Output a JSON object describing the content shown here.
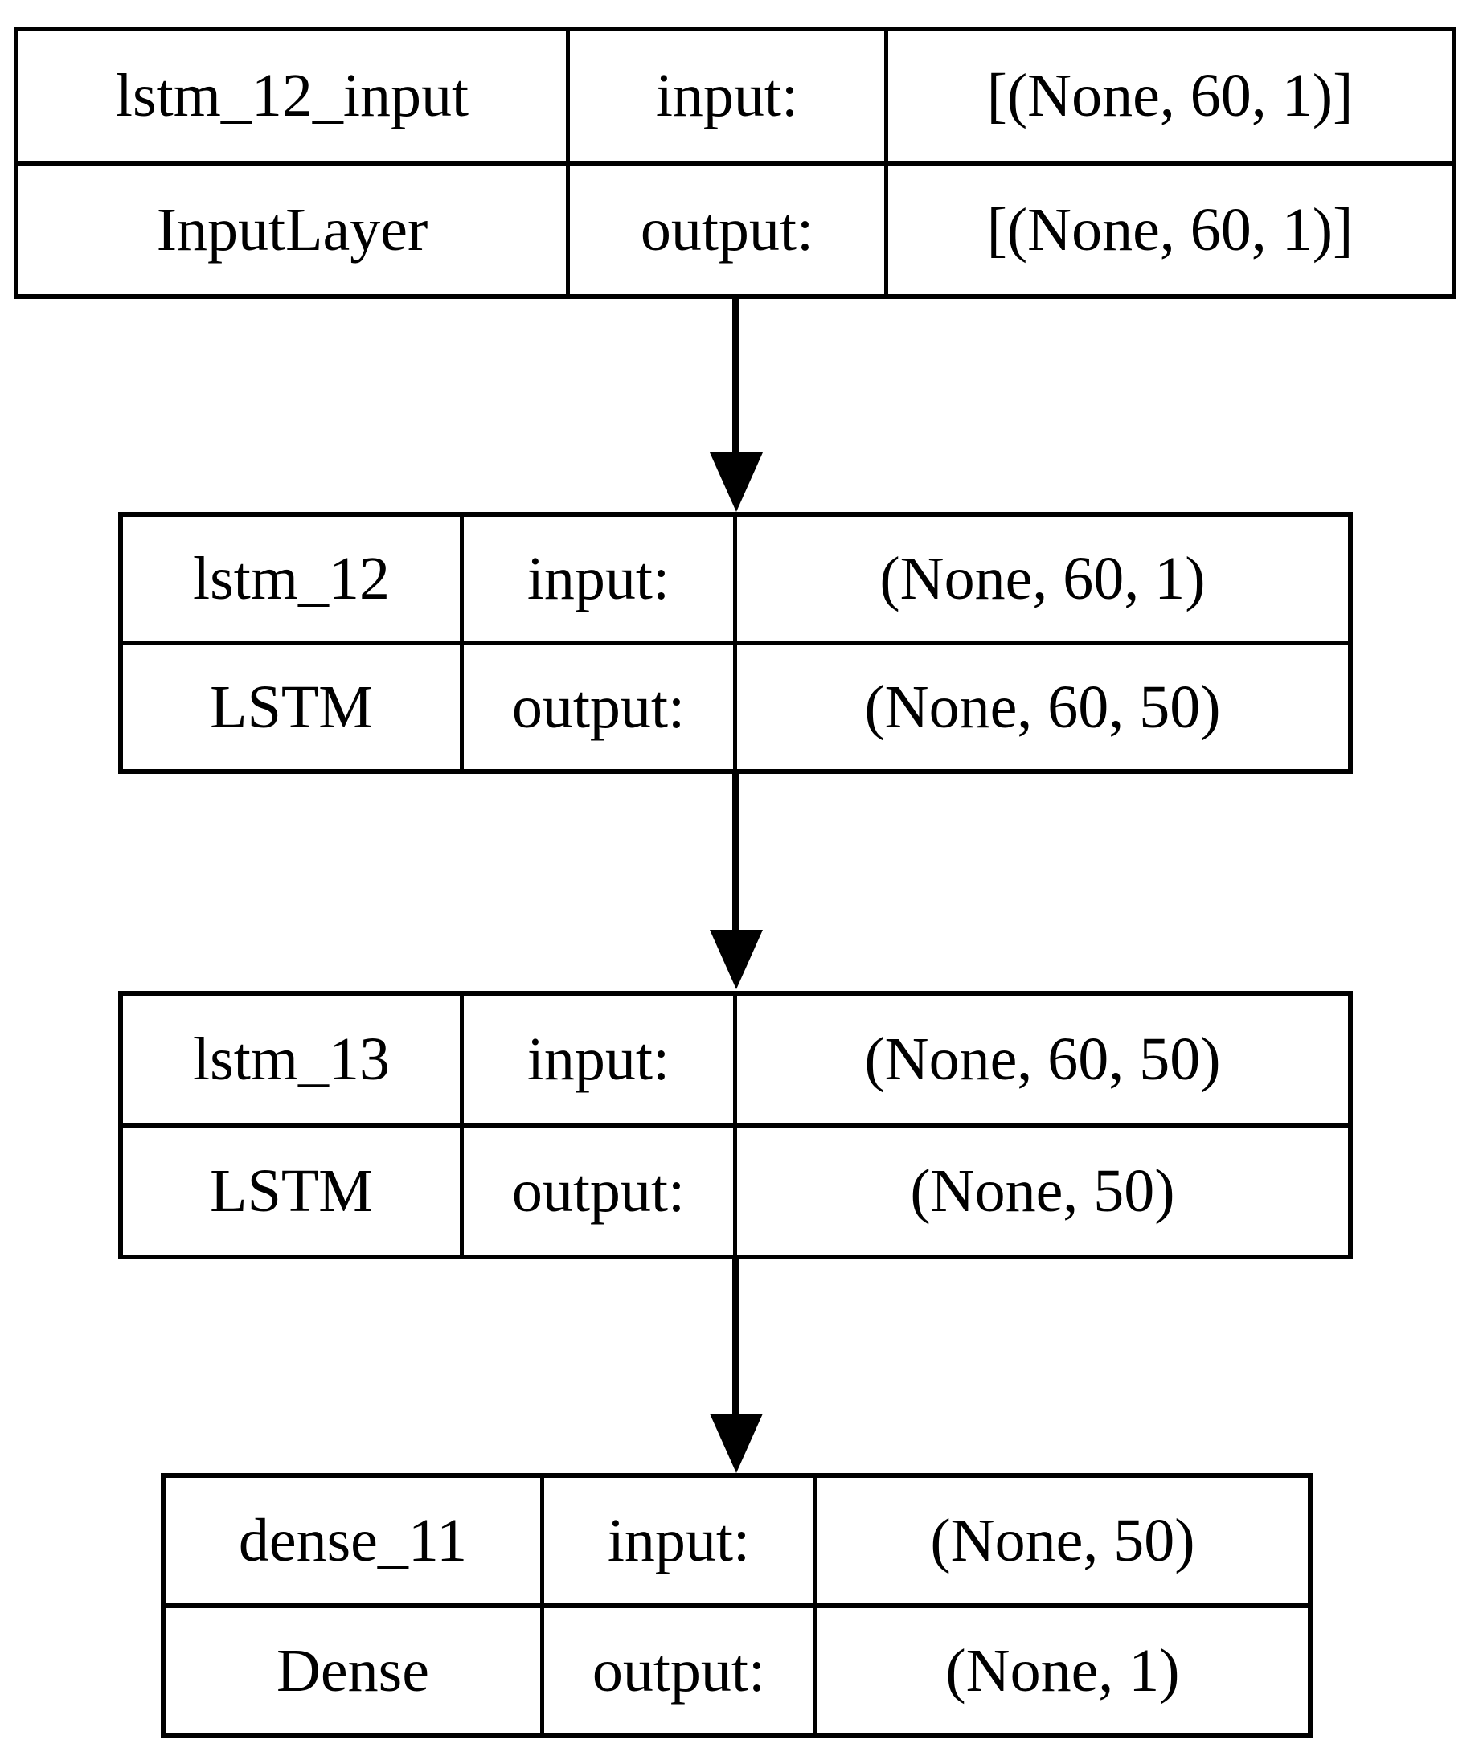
{
  "diagram": {
    "title": "Keras model architecture graph",
    "type": "neural-network-layer-graph",
    "background_color": "#ffffff",
    "line_color": "#000000",
    "text_color": "#000000",
    "row_labels": {
      "input": "input:",
      "output": "output:"
    },
    "nodes": [
      {
        "id": "lstm_12_input",
        "name": "lstm_12_input",
        "layer_type": "InputLayer",
        "input_label": "input:",
        "output_label": "output:",
        "input_shape": "[(None, 60, 1)]",
        "output_shape": "[(None, 60, 1)]"
      },
      {
        "id": "lstm_12",
        "name": "lstm_12",
        "layer_type": "LSTM",
        "input_label": "input:",
        "output_label": "output:",
        "input_shape": "(None, 60, 1)",
        "output_shape": "(None, 60, 50)"
      },
      {
        "id": "lstm_13",
        "name": "lstm_13",
        "layer_type": "LSTM",
        "input_label": "input:",
        "output_label": "output:",
        "input_shape": "(None, 60, 50)",
        "output_shape": "(None, 50)"
      },
      {
        "id": "dense_11",
        "name": "dense_11",
        "layer_type": "Dense",
        "input_label": "input:",
        "output_label": "output:",
        "input_shape": "(None, 50)",
        "output_shape": "(None, 1)"
      }
    ],
    "edges": [
      {
        "from": "lstm_12_input",
        "to": "lstm_12"
      },
      {
        "from": "lstm_12",
        "to": "lstm_13"
      },
      {
        "from": "lstm_13",
        "to": "dense_11"
      }
    ]
  }
}
